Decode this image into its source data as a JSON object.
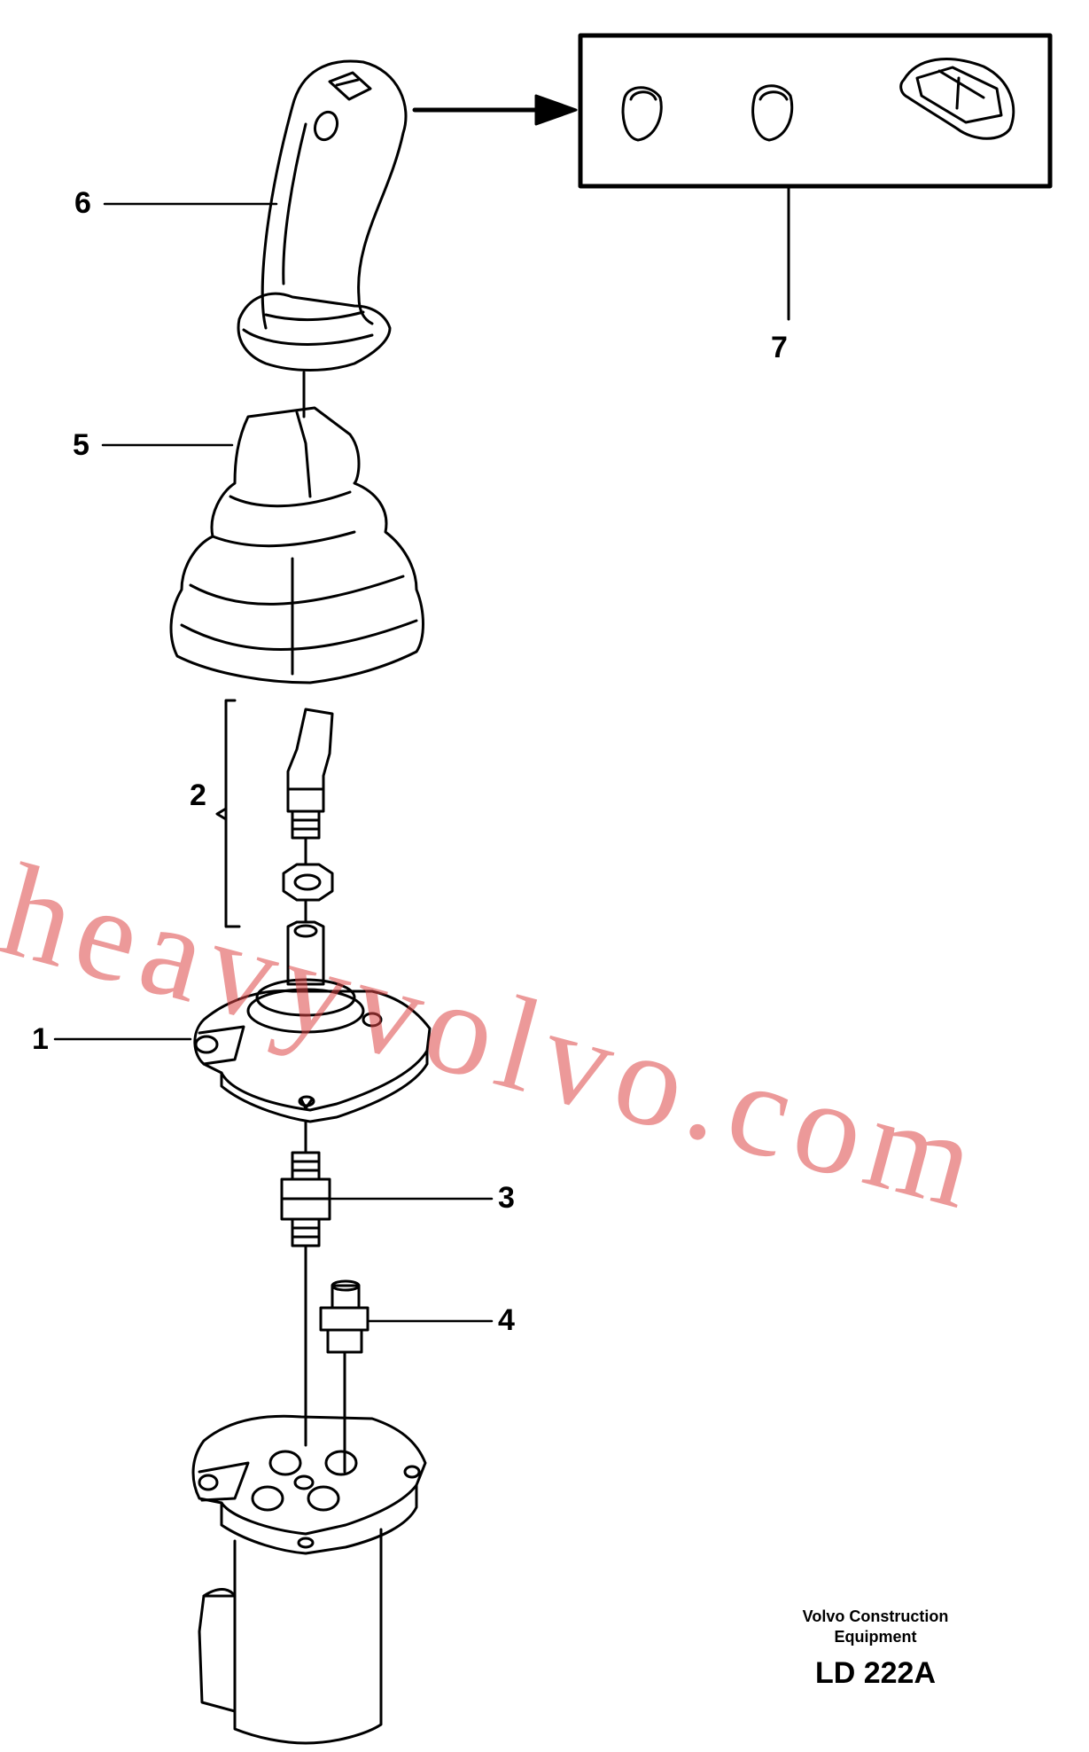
{
  "diagram": {
    "callouts": [
      {
        "id": "1",
        "label": "1"
      },
      {
        "id": "2",
        "label": "2"
      },
      {
        "id": "3",
        "label": "3"
      },
      {
        "id": "4",
        "label": "4"
      },
      {
        "id": "5",
        "label": "5"
      },
      {
        "id": "6",
        "label": "6"
      },
      {
        "id": "7",
        "label": "7"
      }
    ],
    "watermark": "heavyvolvo.com",
    "footer": {
      "line1": "Volvo Construction",
      "line2": "Equipment",
      "code": "LD 222A"
    }
  },
  "colors": {
    "line": "#000000",
    "watermark": "#dc4646"
  }
}
